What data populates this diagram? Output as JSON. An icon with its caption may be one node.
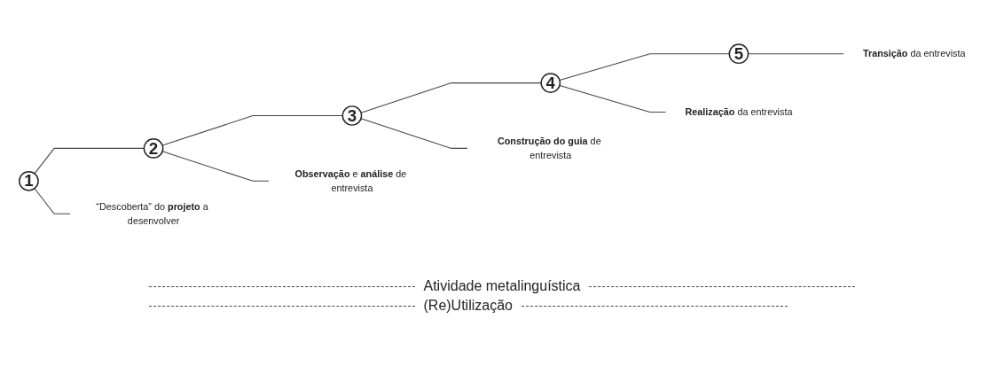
{
  "diagram": {
    "nodes": [
      {
        "text": [
          "1"
        ]
      },
      {
        "text": [
          "2"
        ]
      },
      {
        "text": [
          "3"
        ]
      },
      {
        "text": [
          "4"
        ]
      },
      {
        "text": [
          "5"
        ]
      },
      {
        "text": [
          "“Descoberta” do **projeto** a desenvolver"
        ]
      },
      {
        "text": [
          "**Observação** e **análise** de entrevista"
        ]
      },
      {
        "text": [
          "**Construção do guia** de entrevista"
        ]
      },
      {
        "text": [
          "**Realização** da entrevista"
        ]
      },
      {
        "text": [
          "**Transição** da entrevista"
        ]
      }
    ],
    "edges": [
      {
        "from": 0,
        "to": 1,
        "arrow": "none"
      },
      {
        "from": 1,
        "to": 2,
        "arrow": "none"
      },
      {
        "from": 2,
        "to": 3,
        "arrow": "none"
      },
      {
        "from": 3,
        "to": 4,
        "arrow": "none"
      },
      {
        "from": 0,
        "to": 5,
        "arrow": "none"
      },
      {
        "from": 1,
        "to": 6,
        "arrow": "none"
      },
      {
        "from": 2,
        "to": 7,
        "arrow": "none"
      },
      {
        "from": 3,
        "to": 8,
        "arrow": "none"
      },
      {
        "from": 4,
        "to": 9,
        "arrow": "none"
      }
    ],
    "labels": [
      "Atividade metalinguística",
      "(Re)Utilização"
    ]
  }
}
